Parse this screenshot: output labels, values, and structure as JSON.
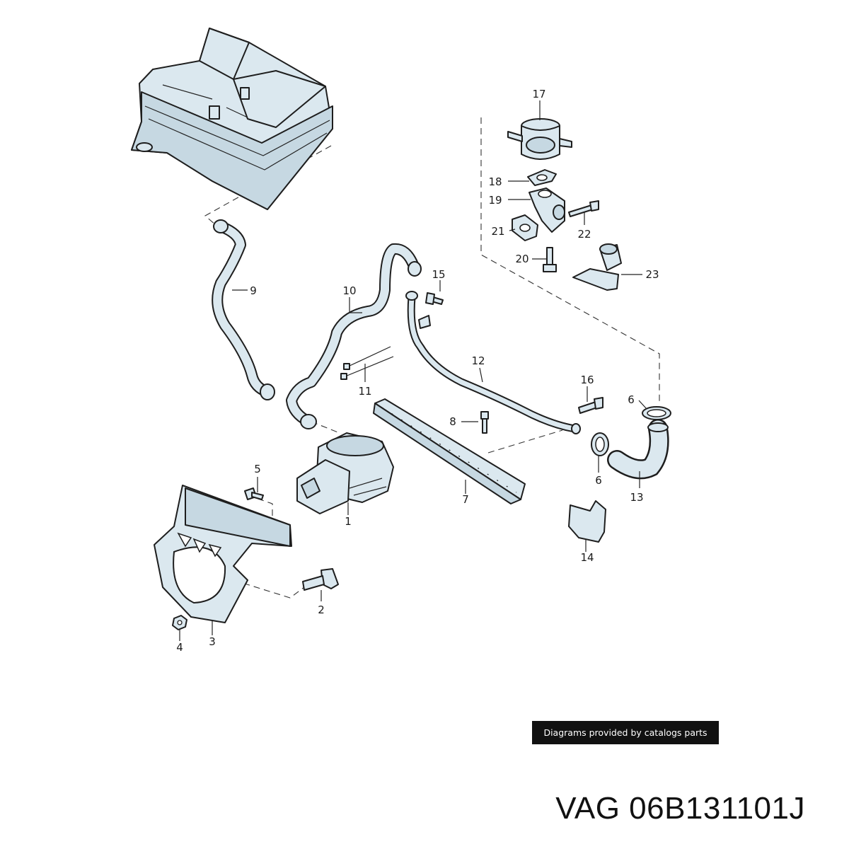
{
  "callouts": {
    "c1": "1",
    "c2": "2",
    "c3": "3",
    "c4": "4",
    "c5": "5",
    "c6a": "6",
    "c6b": "6",
    "c7": "7",
    "c8": "8",
    "c9": "9",
    "c10": "10",
    "c11": "11",
    "c12": "12",
    "c13": "13",
    "c14": "14",
    "c15": "15",
    "c16": "16",
    "c17": "17",
    "c18": "18",
    "c19": "19",
    "c20": "20",
    "c21": "21",
    "c22": "22",
    "c23": "23"
  },
  "badge": {
    "text": "Diagrams provided by catalogs parts"
  },
  "footer": {
    "part_number": "VAG 06B131101J"
  },
  "colors": {
    "part_fill": "#dbe8ef",
    "outline": "#1e1e1e",
    "badge_bg": "#111111"
  }
}
